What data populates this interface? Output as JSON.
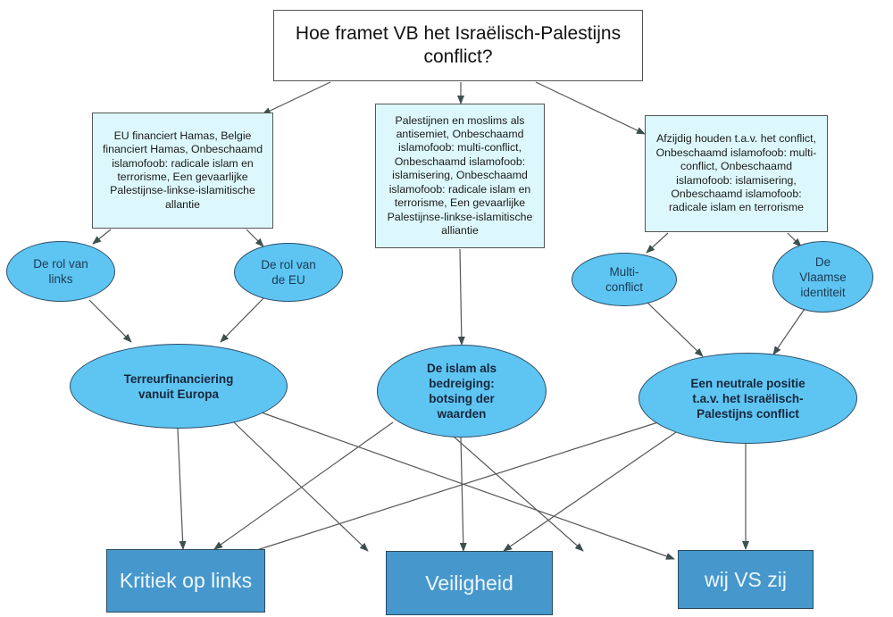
{
  "diagram": {
    "root": {
      "id": "root",
      "label": "Hoe framet VB het Israëlisch-Palestijns conflict?"
    },
    "code_boxes": [
      {
        "id": "c1",
        "label": "EU financiert Hamas, Belgie financiert Hamas, Onbeschaamd islamofoob: radicale islam en terrorisme, Een gevaarlijke Palestijnse-linkse-islamitische allantie"
      },
      {
        "id": "c2",
        "label": "Palestijnen en moslims als antisemiet, Onbeschaamd islamofoob: multi-conflict, Onbeschaamd islamofoob: islamisering, Onbeschaamd islamofoob: radicale islam en terrorisme, Een gevaarlijke Palestijnse-linkse-islamitische alliantie"
      },
      {
        "id": "c3",
        "label": "Afzijdig houden t.a.v. het conflict, Onbeschaamd islamofoob: multi-conflict, Onbeschaamd islamofoob: islamisering, Onbeschaamd islamofoob: radicale islam en terrorisme"
      }
    ],
    "sub_frames": [
      {
        "id": "s1",
        "label": "De rol van links"
      },
      {
        "id": "s2",
        "label": "De rol van de EU"
      },
      {
        "id": "s3",
        "label": "Multi-conflict"
      },
      {
        "id": "s4",
        "label": "De Vlaamse identiteit"
      }
    ],
    "frames": [
      {
        "id": "f1",
        "label": "Terreurfinanciering vanuit Europa"
      },
      {
        "id": "f2",
        "label": "De islam als bedreiging: botsing der waarden"
      },
      {
        "id": "f3",
        "label": "Een neutrale positie t.a.v. het Israëlisch-Palestijns conflict"
      }
    ],
    "themes": [
      {
        "id": "t1",
        "label": "Kritiek op links"
      },
      {
        "id": "t2",
        "label": "Veiligheid"
      },
      {
        "id": "t3",
        "label": "wij VS zij"
      }
    ],
    "edges": [
      [
        "root",
        "c1"
      ],
      [
        "root",
        "c2"
      ],
      [
        "root",
        "c3"
      ],
      [
        "c1",
        "s1"
      ],
      [
        "c1",
        "s2"
      ],
      [
        "c2",
        "f2"
      ],
      [
        "c3",
        "s3"
      ],
      [
        "c3",
        "s4"
      ],
      [
        "s1",
        "f1"
      ],
      [
        "s2",
        "f1"
      ],
      [
        "s3",
        "f3"
      ],
      [
        "s4",
        "f3"
      ],
      [
        "f1",
        "t1"
      ],
      [
        "f1",
        "t2"
      ],
      [
        "f1",
        "t3"
      ],
      [
        "f2",
        "t1"
      ],
      [
        "f2",
        "t2"
      ],
      [
        "f2",
        "t3"
      ],
      [
        "f3",
        "t1"
      ],
      [
        "f3",
        "t2"
      ],
      [
        "f3",
        "t3"
      ]
    ]
  },
  "colors": {
    "code_box_fill": "#ddf8fc",
    "ellipse_fill": "#5ec5f3",
    "theme_fill": "#4697cc",
    "edge": "#555555"
  }
}
